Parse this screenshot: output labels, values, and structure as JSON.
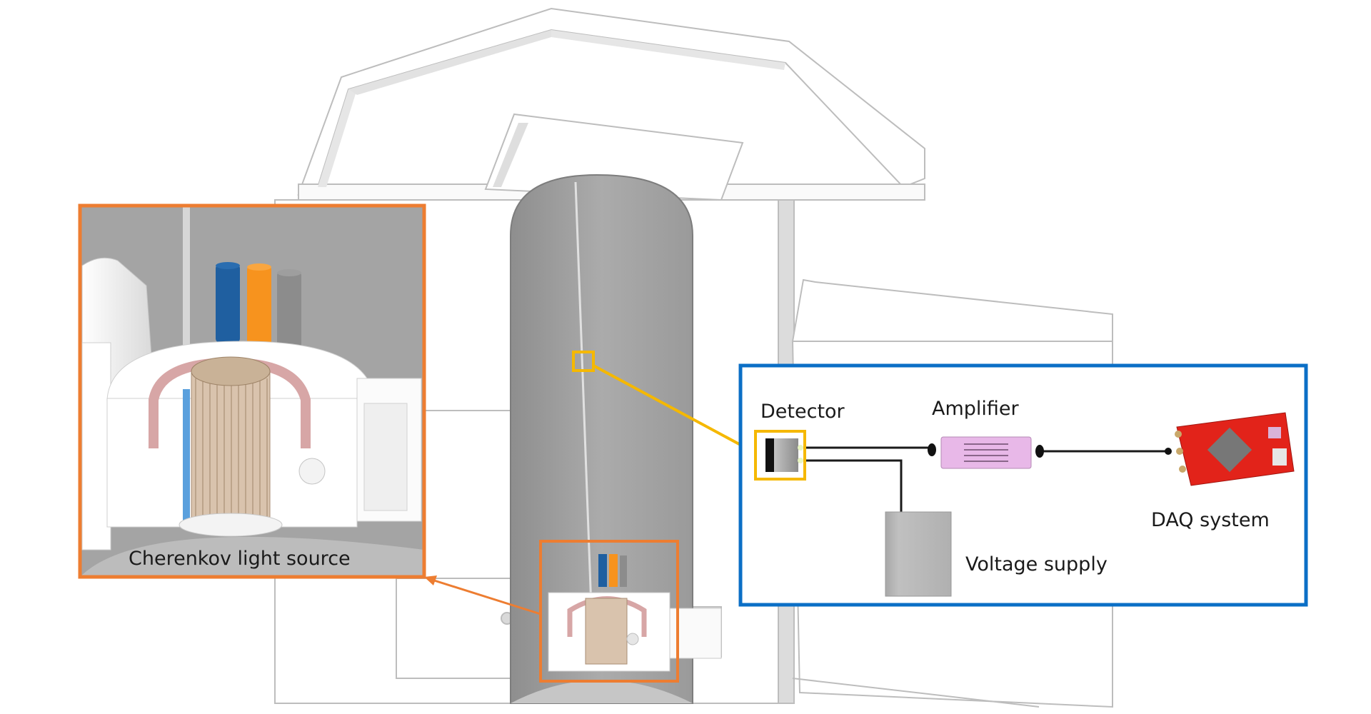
{
  "diagram": {
    "type": "schematic",
    "subject": "Reactor building with Cherenkov light detection setup",
    "colors": {
      "inset_left_border": "#ED7D31",
      "inset_right_border": "#0B6FC6",
      "detector_highlight": "#F5B800",
      "tank_gray": "#a9a9a9",
      "fuel_color": "#d9c3ad",
      "rod_blue": "#1f5fa0",
      "rod_orange": "#f7931e",
      "rod_gray": "#8c8c8c",
      "amplifier_color": "#e8b8e8",
      "daq_color": "#e2231a",
      "supply_gray": "#b5b5b5"
    },
    "left_inset": {
      "label": "Cherenkov light source",
      "components": [
        "reactor-core-fuel-bundle",
        "control-rod-blue",
        "control-rod-orange",
        "control-rod-gray",
        "light-guide",
        "reflector-loops"
      ]
    },
    "right_inset": {
      "components": [
        {
          "id": "detector",
          "label": "Detector"
        },
        {
          "id": "amplifier",
          "label": "Amplifier"
        },
        {
          "id": "daq",
          "label": "DAQ system"
        },
        {
          "id": "voltage_supply",
          "label": "Voltage supply"
        }
      ],
      "connections": [
        [
          "detector",
          "amplifier"
        ],
        [
          "amplifier",
          "daq"
        ],
        [
          "detector",
          "voltage_supply"
        ]
      ]
    },
    "callouts": [
      {
        "from": "core-zoom-box",
        "to": "left_inset",
        "color": "#ED7D31"
      },
      {
        "from": "detector-location-box",
        "to": "detector",
        "color": "#F5B800"
      }
    ]
  }
}
